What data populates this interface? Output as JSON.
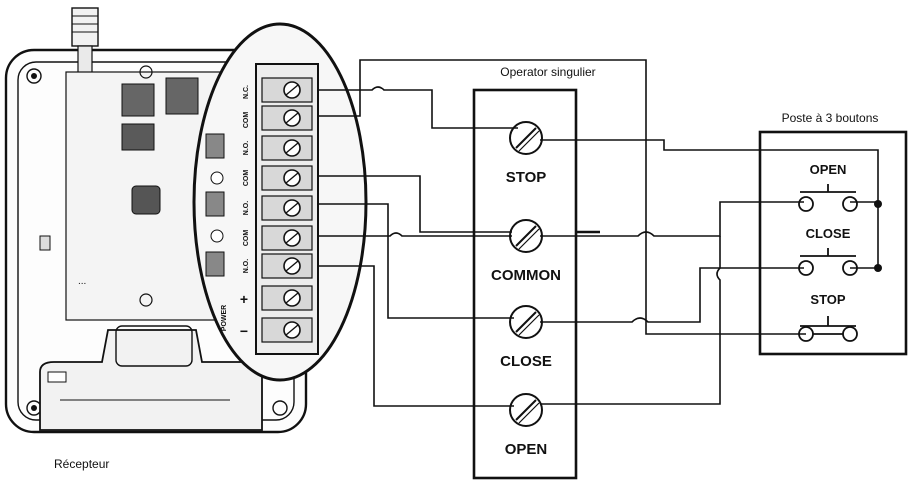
{
  "labels": {
    "operator_title": "Operator singulier",
    "station_title": "Poste à 3 boutons",
    "receiver_label": "Récepteur"
  },
  "operator_terminals": [
    "STOP",
    "COMMON",
    "CLOSE",
    "OPEN"
  ],
  "station_buttons": [
    "OPEN",
    "CLOSE",
    "STOP"
  ],
  "receiver_terminal_labels": {
    "nc": "N.C.",
    "com": "COM",
    "no": "N.O.",
    "power": "POWER",
    "plus": "+",
    "minus": "−"
  }
}
